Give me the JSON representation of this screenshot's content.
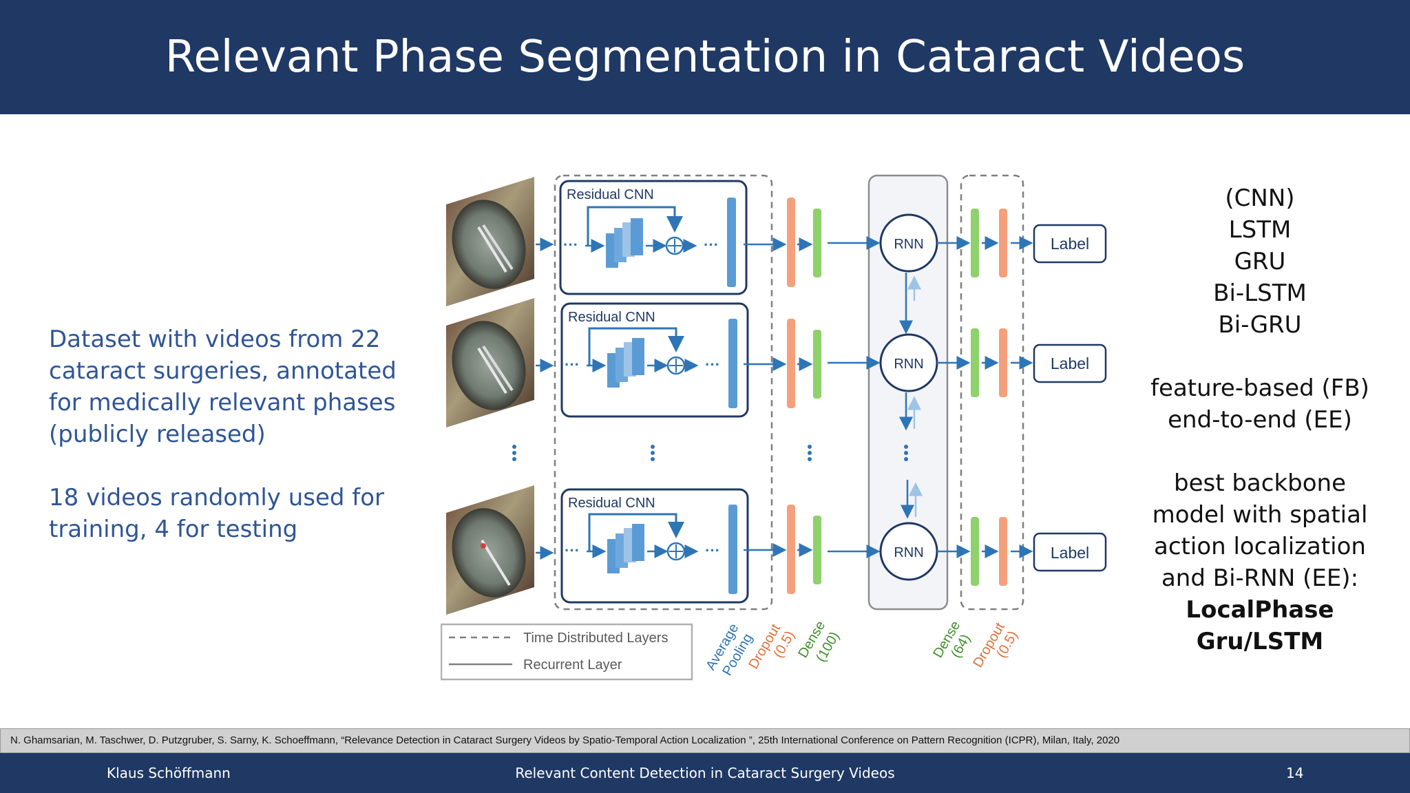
{
  "slide": {
    "title": "Relevant Phase Segmentation in Cataract Videos",
    "left_paragraphs": [
      "Dataset with videos from 22 cataract surgeries, annotated for medically relevant phases (publicly released)",
      "18 videos randomly used for training, 4 for testing"
    ],
    "right_lines": {
      "models": [
        "(CNN)",
        "LSTM",
        "GRU",
        "Bi-LSTM",
        "Bi-GRU"
      ],
      "approaches": [
        "feature-based (FB)",
        "end-to-end (EE)"
      ],
      "best_lines": [
        "best backbone",
        "model with spatial",
        "action localization",
        "and Bi-RNN (EE):"
      ],
      "best_name": "LocalPhase",
      "best_variant": "Gru/LSTM"
    }
  },
  "diagram": {
    "residual_cnn_label": "Residual CNN",
    "rnn_label": "RNN",
    "output_label": "Label",
    "legend_time_distributed": "Time Distributed Layers",
    "legend_recurrent": "Recurrent Layer",
    "axis_labels": {
      "average_pooling_1": "Average",
      "average_pooling_2": "Pooling",
      "dropout_1": "Dropout",
      "dropout_2": "(0.5)",
      "dense100_1": "Dense",
      "dense100_2": "(100)",
      "dense64_1": "Dense",
      "dense64_2": "(64)",
      "dropout2_1": "Dropout",
      "dropout2_2": "(0.5)"
    },
    "colors": {
      "navy": "#1f3864",
      "blue": "#2e75b6",
      "light_blue": "#5b9bd5",
      "orange": "#f4a07a",
      "green": "#8fd16a",
      "dense_label_green": "#3f8f2a",
      "dropout_label_orange": "#e0703a"
    }
  },
  "citation": "N. Ghamsarian, M. Taschwer, D. Putzgruber, S. Sarny, K. Schoeffmann, “Relevance Detection in Cataract Surgery Videos by Spatio-Temporal Action Localization ”, 25th International Conference on Pattern Recognition (ICPR), Milan, Italy, 2020",
  "footer": {
    "author": "Klaus Schöffmann",
    "talk_title": "Relevant Content Detection in Cataract Surgery Videos",
    "page_number": "14"
  }
}
